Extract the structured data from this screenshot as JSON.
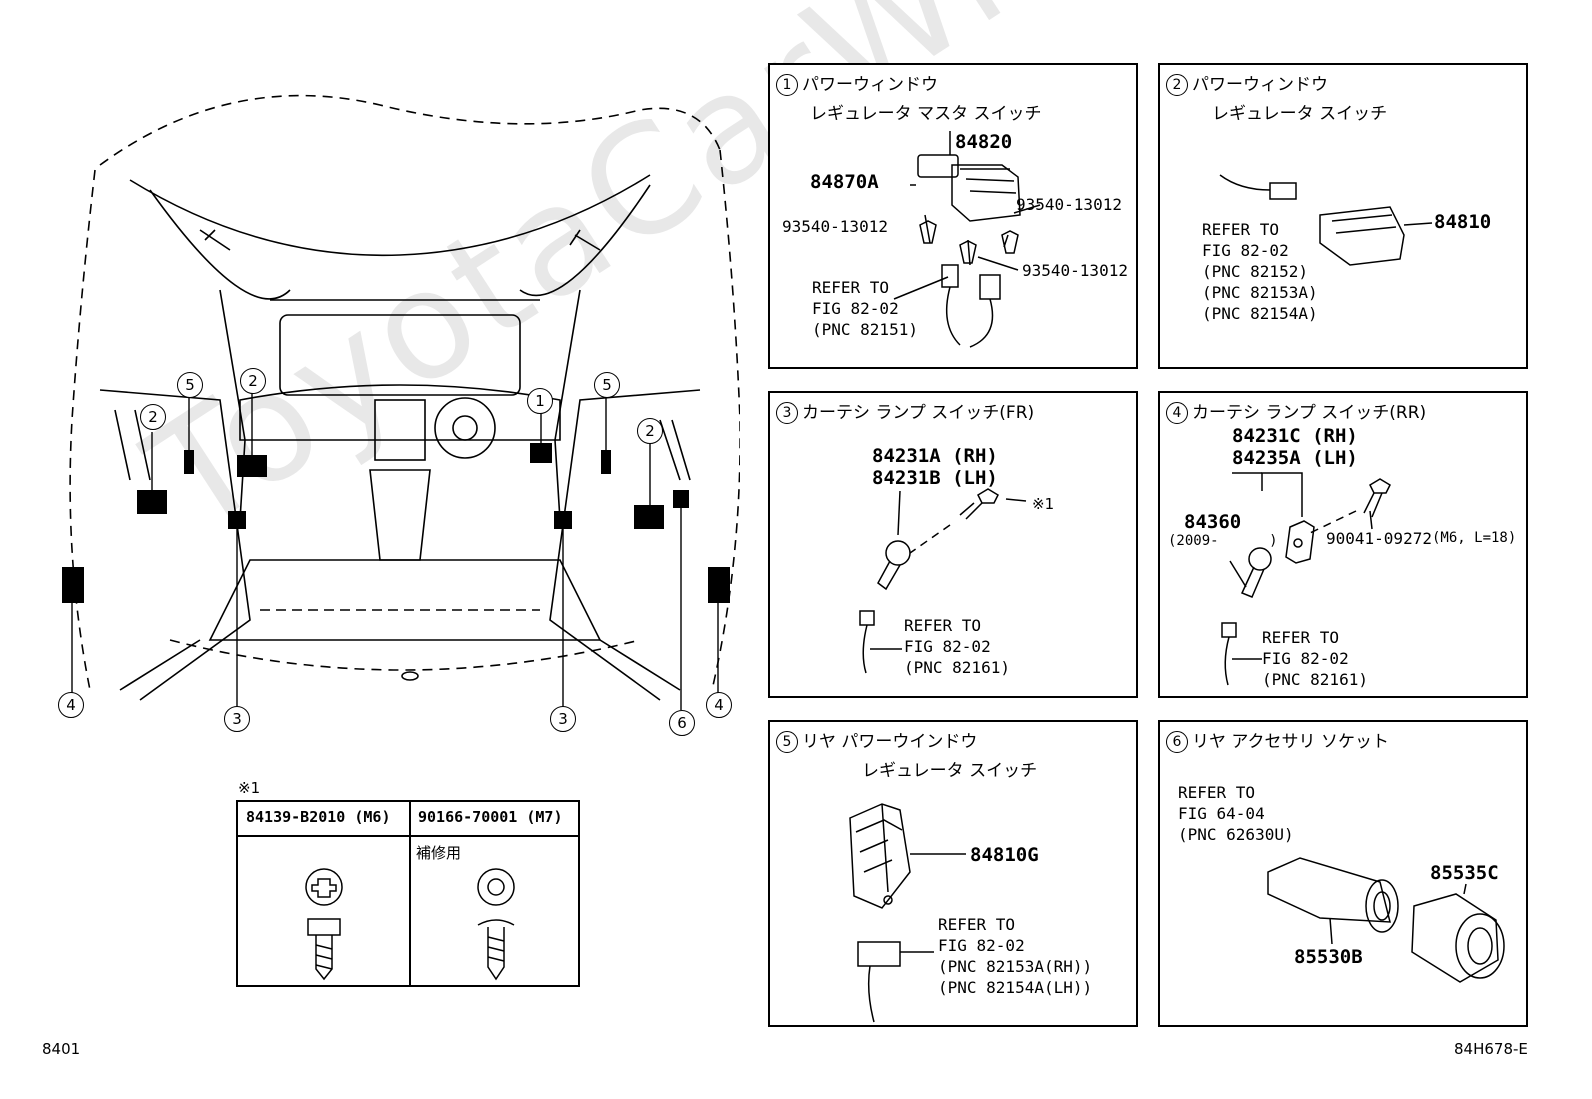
{
  "watermark": "ToyotaCarWin.ru",
  "footer": {
    "left_code": "8401",
    "right_code": "84H678-E"
  },
  "overview": {
    "callouts": [
      "1",
      "2",
      "2",
      "2",
      "3",
      "3",
      "4",
      "4",
      "5",
      "5",
      "6"
    ]
  },
  "fastener_table": {
    "note_mark": "※1",
    "col1_part": "84139-B2010 (M6)",
    "col2_part": "90166-70001 (M7)",
    "col2_note": "補修用"
  },
  "panels": {
    "p1": {
      "num": "1",
      "title_line1": "パワーウィンドウ",
      "title_line2": "レギュレータ マスタ スイッチ",
      "parts": {
        "main": "84820",
        "sub": "84870A",
        "screw_a": "93540-13012",
        "screw_b": "93540-13012",
        "screw_c": "93540-13012"
      },
      "ref": "REFER TO\nFIG 82-02\n(PNC 82151)"
    },
    "p2": {
      "num": "2",
      "title_line1": "パワーウィンドウ",
      "title_line2": "レギュレータ スイッチ",
      "parts": {
        "main": "84810"
      },
      "ref": "REFER TO\nFIG 82-02\n(PNC 82152)\n(PNC 82153A)\n(PNC 82154A)"
    },
    "p3": {
      "num": "3",
      "title_line1": "カーテシ ランプ スイッチ(FR)",
      "parts": {
        "rh": "84231A (RH)",
        "lh": "84231B (LH)",
        "mark": "※1"
      },
      "ref": "REFER TO\nFIG 82-02\n(PNC 82161)"
    },
    "p4": {
      "num": "4",
      "title_line1": "カーテシ ランプ スイッチ(RR)",
      "parts": {
        "rh": "84231C (RH)",
        "lh": "84235A (LH)",
        "gasket": "84360",
        "gasket_note": "(2009-      )",
        "bolt": "90041-09272",
        "bolt_spec": "(M6, L=18)"
      },
      "ref": "REFER TO\nFIG 82-02\n(PNC 82161)"
    },
    "p5": {
      "num": "5",
      "title_line1": "リヤ パワーウインドウ",
      "title_line2": "レギュレータ スイッチ",
      "parts": {
        "main": "84810G"
      },
      "ref": "REFER TO\nFIG 82-02\n(PNC 82153A(RH))\n(PNC 82154A(LH))"
    },
    "p6": {
      "num": "6",
      "title_line1": "リヤ アクセサリ ソケット",
      "parts": {
        "cap": "85535C",
        "socket": "85530B"
      },
      "ref": "REFER TO\nFIG 64-04\n(PNC 62630U)"
    }
  }
}
